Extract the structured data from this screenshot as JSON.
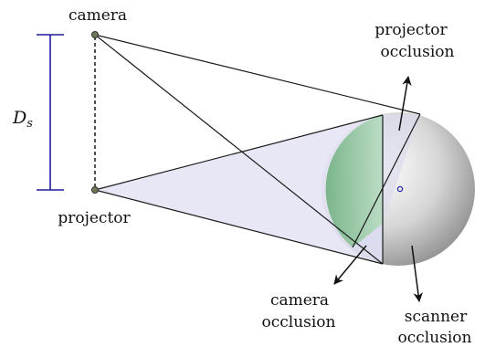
{
  "labels": {
    "camera": "camera",
    "projector": "projector",
    "distance_symbol": "D",
    "distance_subscript": "s",
    "projector_occlusion_line1": "projector",
    "projector_occlusion_line2": "occlusion",
    "camera_occlusion_line1": "camera",
    "camera_occlusion_line2": "occlusion",
    "scanner_occlusion_line1": "scanner",
    "scanner_occlusion_line2": "occlusion"
  },
  "colors": {
    "sphere_light": "#ffffff",
    "sphere_dark": "#8c8c8c",
    "projection_fill": "#e3e3f4",
    "visible_region": "#8fc59d",
    "dimension_line": "#1d1d9e",
    "center_marker": "#2b2bb0",
    "lines": "#1a1a1a"
  }
}
